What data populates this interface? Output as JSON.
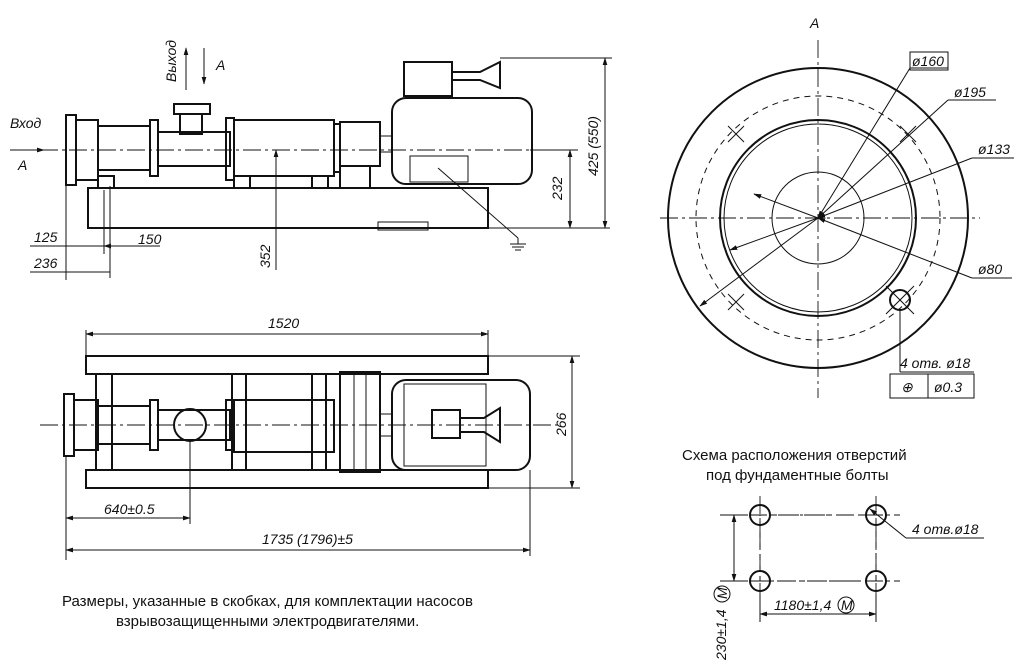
{
  "side_view": {
    "inlet_label": "Вход",
    "inlet_arrow_letter": "А",
    "outlet_label": "Выход",
    "outlet_arrow_letter": "А",
    "dim_125": "125",
    "dim_150": "150",
    "dim_236": "236",
    "dim_352": "352",
    "dim_232": "232",
    "dim_425": "425 (550)"
  },
  "top_view": {
    "dim_1520": "1520",
    "dim_266": "266",
    "dim_640": "640±0.5",
    "dim_1735": "1735 (1796)±5"
  },
  "view_a": {
    "title": "А",
    "d160": "ø160",
    "d195": "ø195",
    "d133": "ø133",
    "d80": "ø80",
    "holes": "4 отв. ø18",
    "tolerance_symbol": "⊕",
    "tolerance_value": "ø0.3"
  },
  "bolt_scheme": {
    "title_line1": "Схема расположения отверстий",
    "title_line2": "под фундаментные болты",
    "holes": "4 отв.ø18",
    "dim_horizontal": "1180±1,4",
    "dim_horizontal_mark": "M",
    "dim_vertical": "230±1,4",
    "dim_vertical_mark": "M"
  },
  "footnote": {
    "line1": "Размеры, указанные в скобках, для комплектации насосов",
    "line2": "взрывозащищенными электродвигателями."
  }
}
